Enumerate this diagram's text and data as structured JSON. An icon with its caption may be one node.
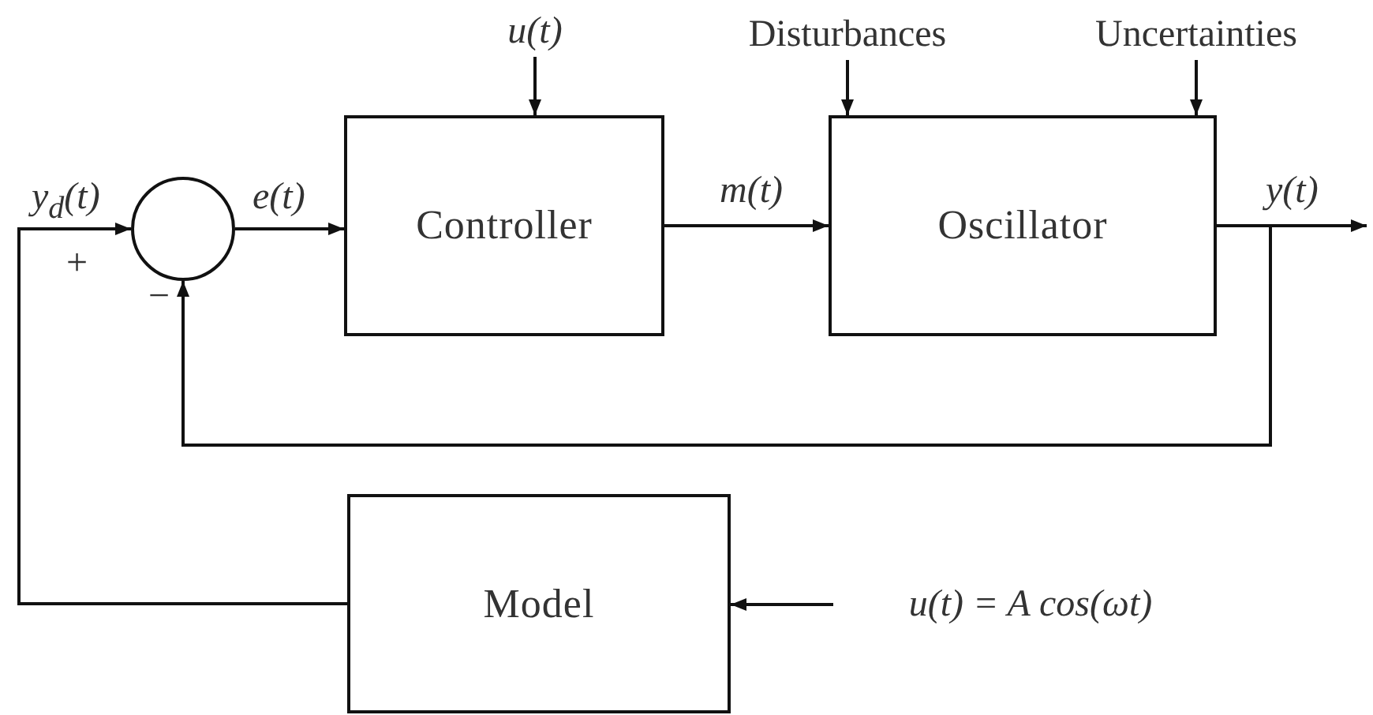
{
  "diagram": {
    "nodes": [
      {
        "text": [],
        "shape": "circle"
      },
      {
        "text": [
          "Controller"
        ]
      },
      {
        "text": [
          "Oscillator"
        ]
      },
      {
        "text": [
          "Model"
        ]
      },
      {
        "text": [
          "u(t)"
        ]
      },
      {
        "text": [
          "Disturbances"
        ]
      },
      {
        "text": [
          "Uncertainties"
        ]
      },
      {
        "text": [
          "u(t) = A cos(ωt)"
        ]
      }
    ],
    "edges": [
      {
        "from": 3,
        "to": 0,
        "arrow": "to",
        "label": "y$_{d}$(t)"
      },
      {
        "from": 0,
        "to": 1,
        "arrow": "to",
        "label": "e(t)"
      },
      {
        "from": 1,
        "to": 2,
        "arrow": "to",
        "label": "m(t)"
      },
      {
        "from": 2,
        "to": null,
        "arrow": "to",
        "label": "y(t)"
      },
      {
        "from": 2,
        "to": 0,
        "arrow": "to"
      },
      {
        "from": 4,
        "to": 1,
        "arrow": "to"
      },
      {
        "from": 5,
        "to": 2,
        "arrow": "to"
      },
      {
        "from": 6,
        "to": 2,
        "arrow": "to"
      },
      {
        "from": 7,
        "to": 3,
        "arrow": "to"
      }
    ],
    "labels": [
      "+",
      "−"
    ]
  }
}
